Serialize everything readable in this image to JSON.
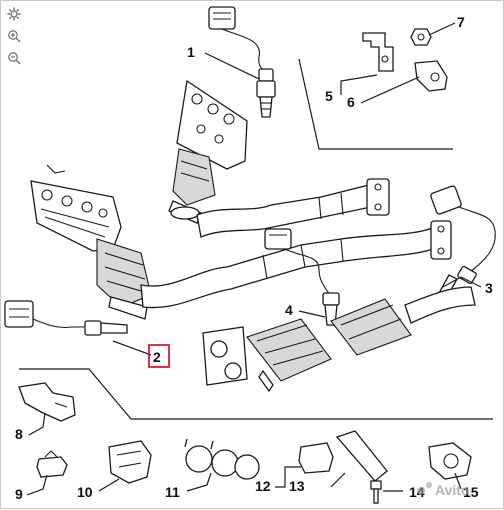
{
  "toolbar": {
    "icons": [
      "settings-gear-icon",
      "zoom-in-icon",
      "zoom-out-icon"
    ]
  },
  "diagram": {
    "callouts": [
      {
        "id": "1",
        "label": "1"
      },
      {
        "id": "2",
        "label": "2",
        "highlighted": true
      },
      {
        "id": "3",
        "label": "3"
      },
      {
        "id": "4",
        "label": "4"
      },
      {
        "id": "5",
        "label": "5"
      },
      {
        "id": "6",
        "label": "6"
      },
      {
        "id": "7",
        "label": "7"
      },
      {
        "id": "8",
        "label": "8"
      },
      {
        "id": "9",
        "label": "9"
      },
      {
        "id": "10",
        "label": "10"
      },
      {
        "id": "11",
        "label": "11"
      },
      {
        "id": "12",
        "label": "12"
      },
      {
        "id": "13",
        "label": "13"
      },
      {
        "id": "14",
        "label": "14"
      },
      {
        "id": "15",
        "label": "15"
      }
    ],
    "highlight_color": "#d9001b"
  },
  "watermark": {
    "text": "Avito"
  }
}
